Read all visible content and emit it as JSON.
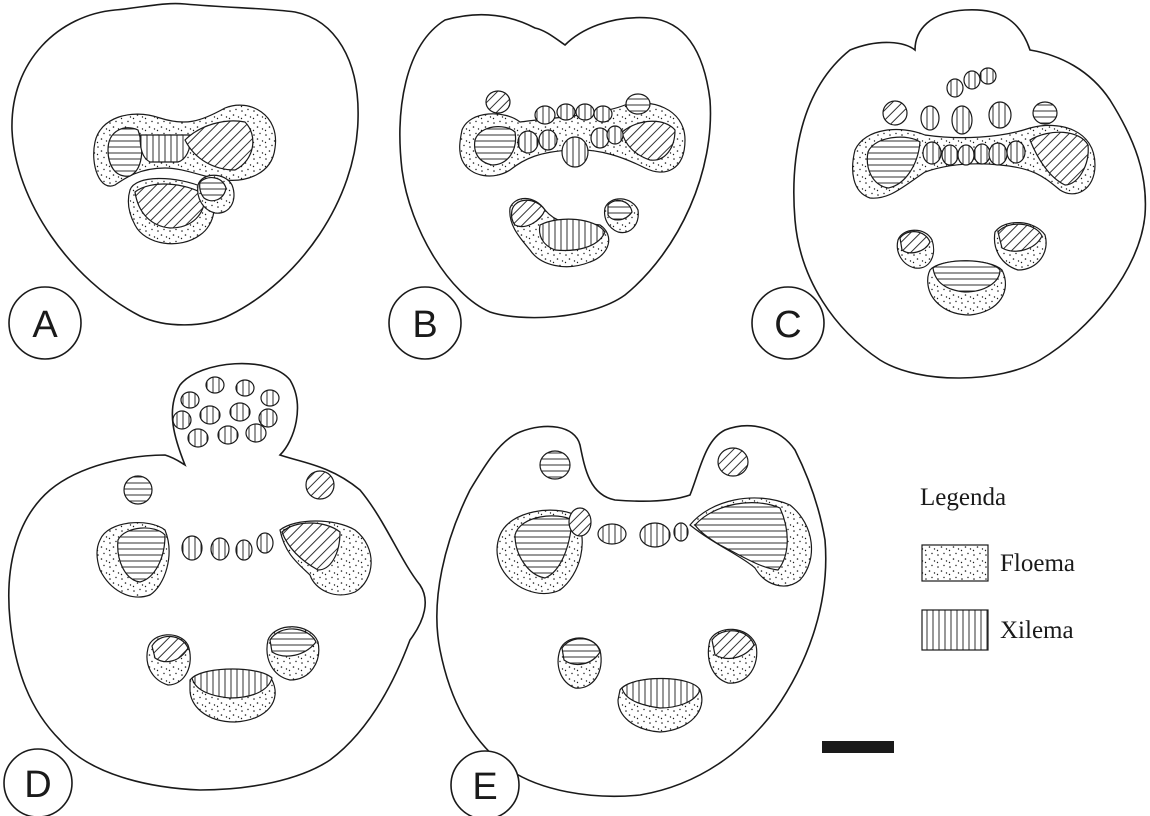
{
  "panels": [
    {
      "letter": "A"
    },
    {
      "letter": "B"
    },
    {
      "letter": "C"
    },
    {
      "letter": "D"
    },
    {
      "letter": "E"
    }
  ],
  "legend": {
    "title": "Legenda",
    "items": [
      {
        "label": "Floema",
        "pattern": "dotted"
      },
      {
        "label": "Xilema",
        "pattern": "vertical-lines"
      }
    ]
  },
  "colors": {
    "ink": "#1a1a1a",
    "background": "#ffffff"
  }
}
